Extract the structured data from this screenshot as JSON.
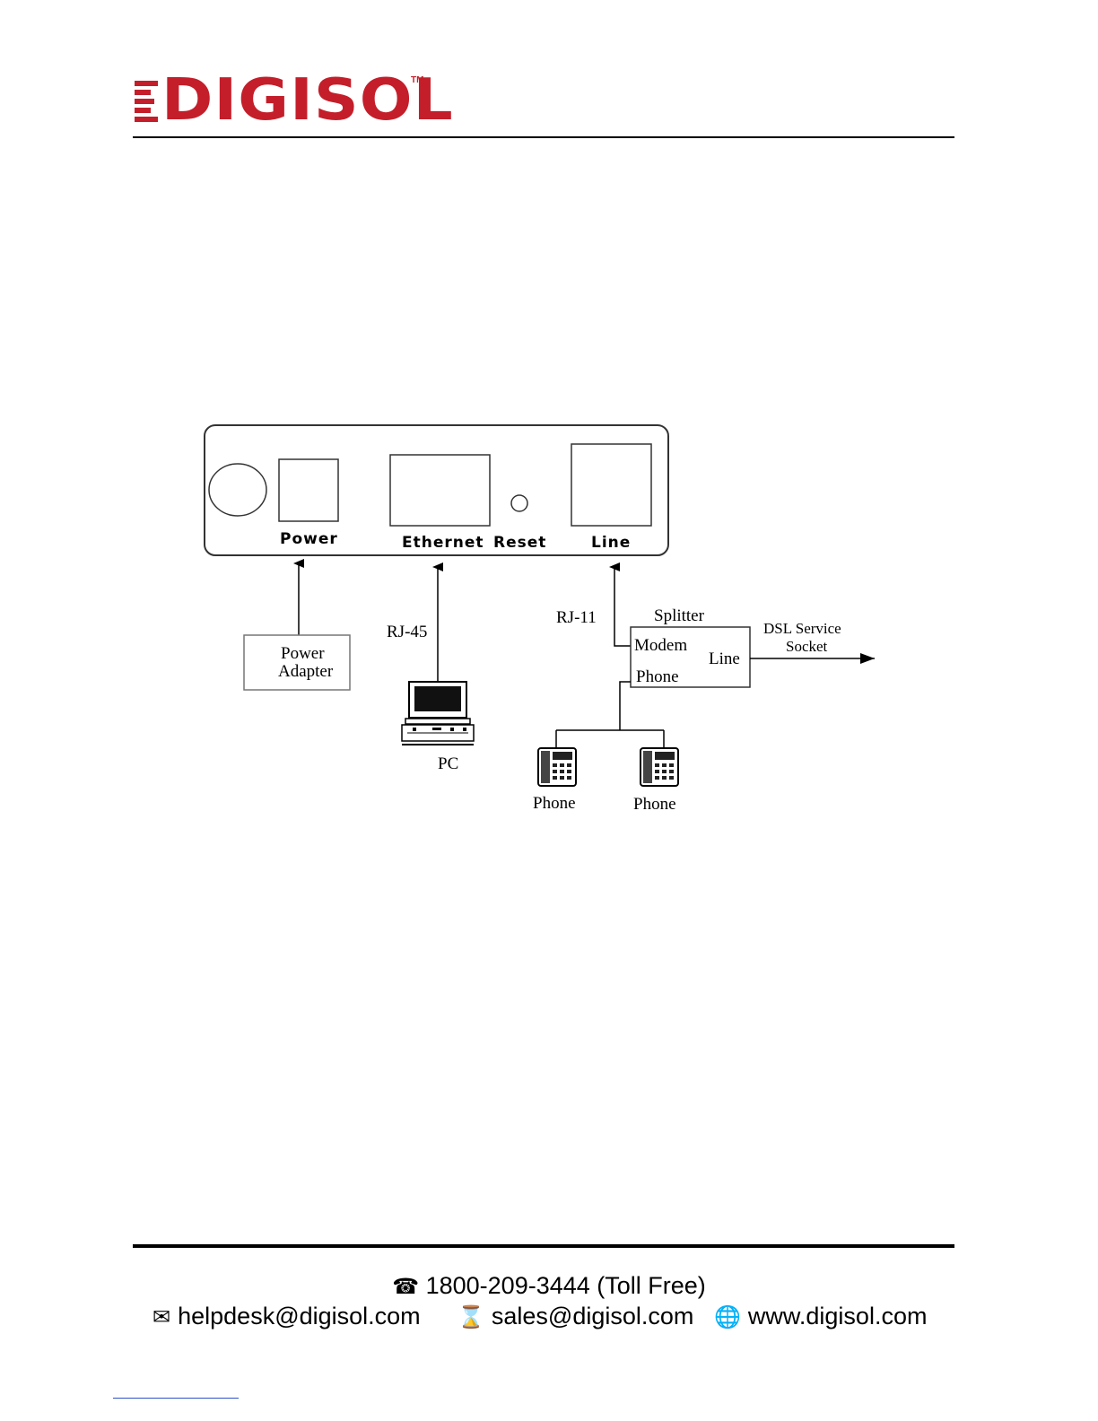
{
  "header": {
    "logo_text": "DIGISOL",
    "logo_tm": "TM",
    "brand_color": "#c41e2a"
  },
  "diagram": {
    "ports": {
      "power": "Power",
      "ethernet": "Ethernet",
      "reset": "Reset",
      "line": "Line"
    },
    "power_adapter": [
      "Power",
      "Adapter"
    ],
    "rj45": "RJ-45",
    "rj11": "RJ-11",
    "pc": "PC",
    "splitter": {
      "title": "Splitter",
      "modem": "Modem",
      "line": "Line",
      "phone": "Phone"
    },
    "dsl_socket": [
      "DSL Service",
      "Socket"
    ],
    "phones": [
      "Phone",
      "Phone"
    ]
  },
  "footer": {
    "phone": "1800-209-3444 (Toll Free)",
    "phone_icon": "telephone-icon",
    "helpdesk_email": "helpdesk@digisol.com",
    "helpdesk_icon": "envelope-icon",
    "sales_email": "sales@digisol.com",
    "sales_icon": "hourglass-icon",
    "website": "www.digisol.com",
    "website_icon": "globe-icon"
  }
}
